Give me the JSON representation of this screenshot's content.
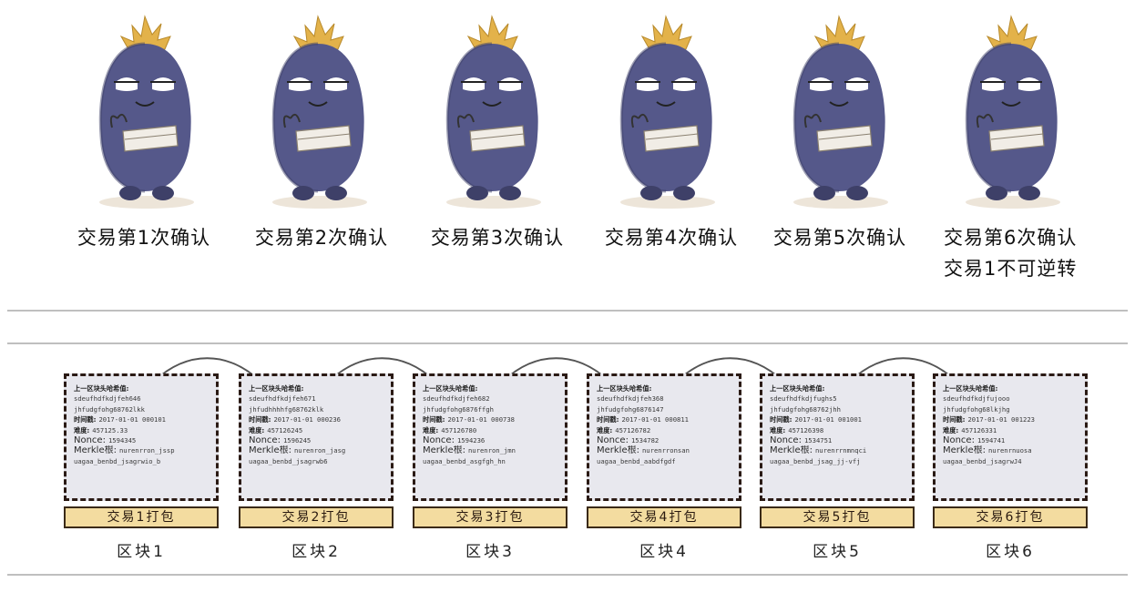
{
  "confirmations": [
    {
      "lines": [
        "交易第1次确认"
      ]
    },
    {
      "lines": [
        "交易第2次确认"
      ]
    },
    {
      "lines": [
        "交易第3次确认"
      ]
    },
    {
      "lines": [
        "交易第4次确认"
      ]
    },
    {
      "lines": [
        "交易第5次确认"
      ]
    },
    {
      "lines": [
        "交易第6次确认",
        "交易1不可逆转"
      ]
    }
  ],
  "field_labels": {
    "prev_hash": "上一区块头哈希值:",
    "timestamp": "时间戳:",
    "difficulty": "难度:",
    "nonce": "Nonce:",
    "merkle": "Merkle根:"
  },
  "blocks": [
    {
      "prev_hash_1": "sdeufhdfkdjfeh646",
      "prev_hash_2": "jhfudgfohg68762lkk",
      "timestamp": "2017-01-01 000101",
      "difficulty": "457125.33",
      "nonce": "1594345",
      "merkle_1": "nurenrron_jssp",
      "merkle_2": "uagaa_benbd_jsagrwio_b",
      "pack": "交易1打包",
      "name": "区块1"
    },
    {
      "prev_hash_1": "sdeufhdfkdjfeh671",
      "prev_hash_2": "jhfudhhhhfg68762klk",
      "timestamp": "2017-01-01 000236",
      "difficulty": "457126245",
      "nonce": "1596245",
      "merkle_1": "nurenron_jasg",
      "merkle_2": "uagaa_benbd_jsagrwb6",
      "pack": "交易2打包",
      "name": "区块2"
    },
    {
      "prev_hash_1": "sdeufhdfkdjfeh682",
      "prev_hash_2": "jhfudgfohg6876ffgh",
      "timestamp": "2017-01-01 000738",
      "difficulty": "457126780",
      "nonce": "1594236",
      "merkle_1": "nurenron_jmn",
      "merkle_2": "uagaa_benbd_asgfgh_hn",
      "pack": "交易3打包",
      "name": "区块3"
    },
    {
      "prev_hash_1": "sdeufhdfkdjfeh368",
      "prev_hash_2": "jhfudgfohg6876147",
      "timestamp": "2017-01-01 000811",
      "difficulty": "457126782",
      "nonce": "1534782",
      "merkle_1": "nurenrronsan",
      "merkle_2": "uagaa_benbd_aabdfgdf",
      "pack": "交易4打包",
      "name": "区块4"
    },
    {
      "prev_hash_1": "sdeufhdfkdjfughs5",
      "prev_hash_2": "jhfudgfohg68762jhh",
      "timestamp": "2017-01-01 001001",
      "difficulty": "457126398",
      "nonce": "1534751",
      "merkle_1": "nurenrrnmnqci",
      "merkle_2": "uagaa_benbd_jsag_jj-vfj",
      "pack": "交易5打包",
      "name": "区块5"
    },
    {
      "prev_hash_1": "sdeufhdfkdjfujooo",
      "prev_hash_2": "jhfudgfohg68lkjhg",
      "timestamp": "2017-01-01 001223",
      "difficulty": "457126331",
      "nonce": "1594741",
      "merkle_1": "nurenrnuosa",
      "merkle_2": "uagaa_benbd_jsagrwJ4",
      "pack": "交易6打包",
      "name": "区块6"
    }
  ]
}
